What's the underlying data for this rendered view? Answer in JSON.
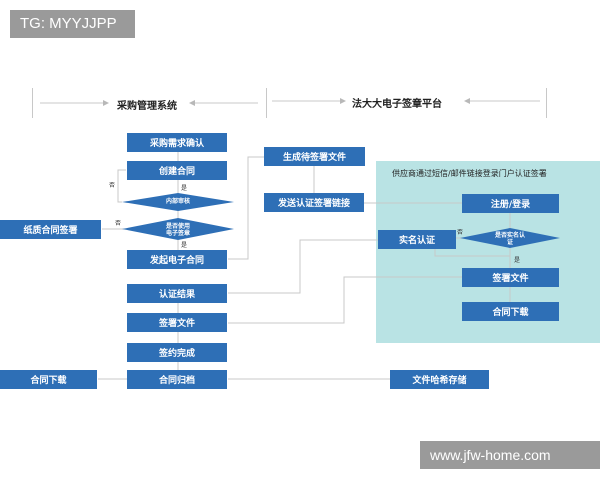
{
  "watermarks": {
    "top_left": "TG: MYYJJPP",
    "bottom_right": "www.jfw-home.com"
  },
  "headers": {
    "left": "采购管理系统",
    "right": "法大大电子签章平台"
  },
  "panel": {
    "title": "供应商通过短信/邮件链接登录门户认证签署"
  },
  "left_column": {
    "purchase_confirm": "采购需求确认",
    "create_contract": "创建合同",
    "internal_review": "内部审核",
    "use_esign_line1": "是否使用",
    "use_esign_line2": "电子签章",
    "initiate_econtract": "发起电子合同",
    "auth_result": "认证结果",
    "sign_file": "签署文件",
    "sign_complete": "签约完成",
    "archive": "合同归档"
  },
  "far_left": {
    "paper_sign": "纸质合同签署",
    "download": "合同下载"
  },
  "middle_column": {
    "gen_file": "生成待签署文件",
    "send_link": "发送认证签署链接"
  },
  "platform": {
    "register_login": "注册/登录",
    "realname_check_line1": "是否实名认",
    "realname_check_line2": "证",
    "realname_auth": "实名认证",
    "sign_file": "签署文件",
    "download": "合同下载",
    "hash_storage": "文件哈希存储"
  },
  "edge_labels": {
    "no": "否",
    "yes": "是"
  },
  "colors": {
    "box": "#2e6fb6",
    "panel": "#b9e3e4",
    "connector": "#c8c8c8",
    "watermark": "#9a9a9a"
  }
}
